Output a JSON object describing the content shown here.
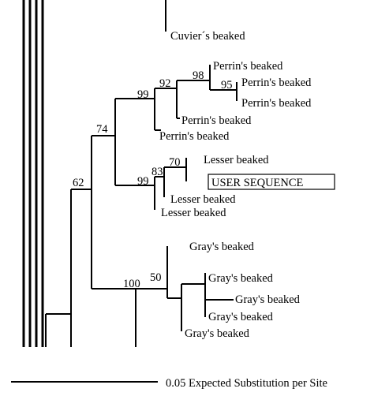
{
  "leaves": {
    "cuvier": "Cuvier´s beaked",
    "perrin_1": "Perrin's beaked",
    "perrin_2": "Perrin's beaked",
    "perrin_3": "Perrin's beaked",
    "perrin_4": "Perrin's beaked",
    "perrin_5": "Perrin's beaked",
    "lesser_1": "Lesser beaked",
    "user_sequence": "USER SEQUENCE",
    "lesser_2": "Lesser beaked",
    "lesser_3": "Lesser beaked",
    "gray_1": "Gray's beaked",
    "gray_2": "Gray's beaked",
    "gray_3": "Gray's beaked",
    "gray_4": "Gray's beaked",
    "gray_5": "Gray's beaked"
  },
  "bootstrap": {
    "n98": "98",
    "n95": "95",
    "n92": "92",
    "n99a": "99",
    "n74": "74",
    "n70": "70",
    "n83": "83",
    "n99b": "99",
    "n62": "62",
    "n50": "50",
    "n100": "100"
  },
  "scale": {
    "label": "0.05 Expected Substitution per Site",
    "value": 0.05
  }
}
